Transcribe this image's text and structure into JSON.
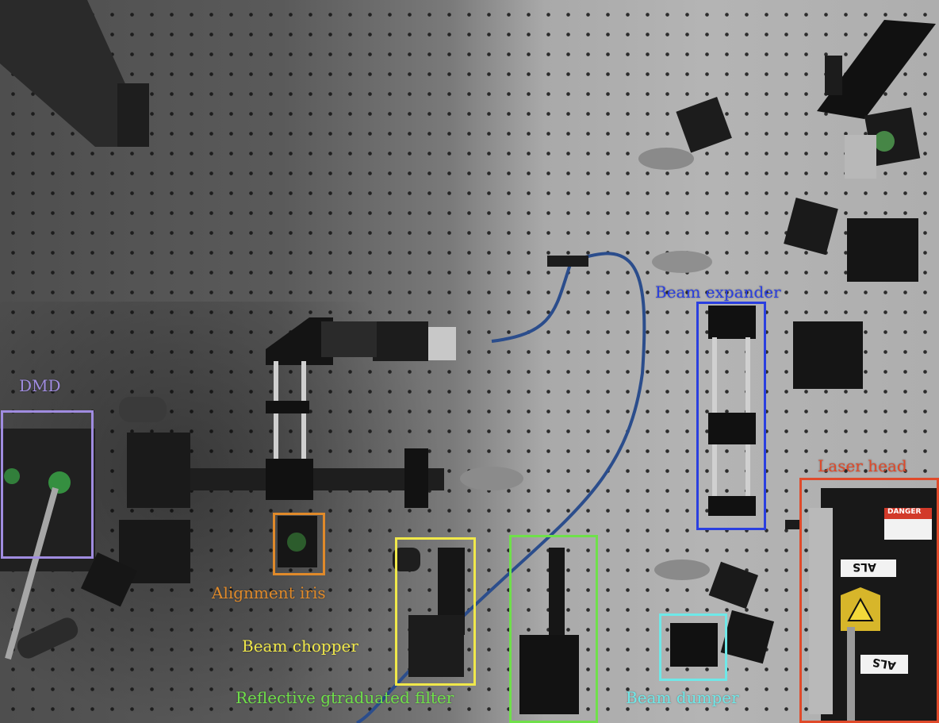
{
  "annotations": {
    "dmd": {
      "label": "DMD",
      "color": "#a08ce0"
    },
    "alignment_iris": {
      "label": "Alignment iris",
      "color": "#e08a2a"
    },
    "beam_chopper": {
      "label": "Beam chopper",
      "color": "#f0e84a"
    },
    "reflective_filter": {
      "label": "Reflective gtraduated filter",
      "color": "#6fe04a"
    },
    "beam_expander": {
      "label": "Beam expander",
      "color": "#2a3fe0"
    },
    "beam_dumper": {
      "label": "Beam dumper",
      "color": "#6ee8e8"
    },
    "laser_head": {
      "label": "Laser head",
      "color": "#e04a2a"
    }
  },
  "equipment_text": {
    "danger_sign": "DANGER",
    "laser_label_1": "ALS",
    "laser_label_2": "ALS"
  }
}
